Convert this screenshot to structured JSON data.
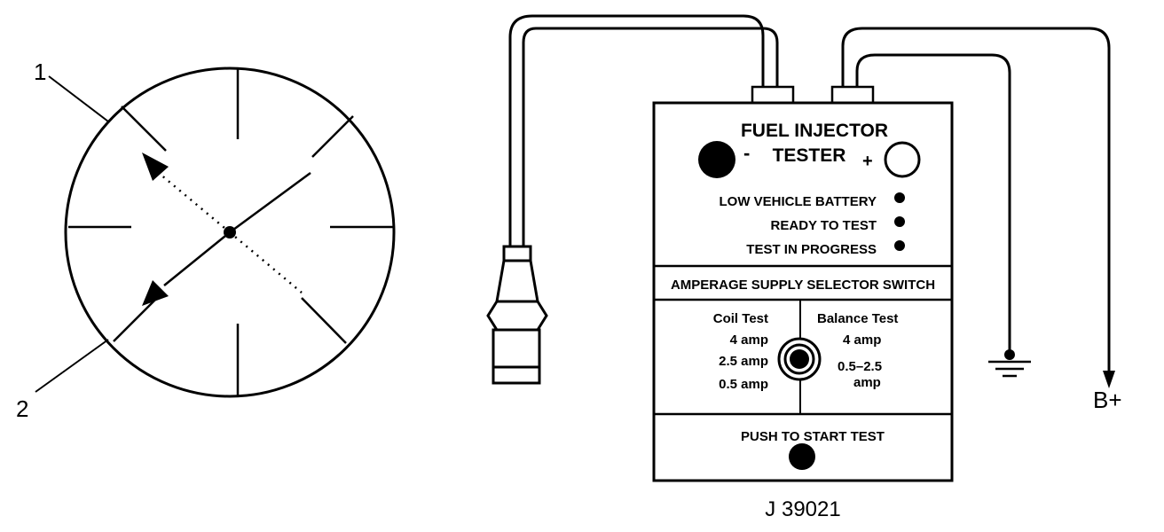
{
  "gauge": {
    "callout_1": "1",
    "callout_2": "2"
  },
  "tester": {
    "title_line1": "FUEL INJECTOR",
    "title_line2": "TESTER",
    "minus": "-",
    "plus": "+",
    "indicators": [
      {
        "label": "LOW VEHICLE BATTERY"
      },
      {
        "label": "READY TO TEST"
      },
      {
        "label": "TEST IN PROGRESS"
      }
    ],
    "selector_title": "AMPERAGE SUPPLY SELECTOR SWITCH",
    "coil_test": {
      "heading": "Coil Test",
      "settings": [
        "4 amp",
        "2.5 amp",
        "0.5 amp"
      ]
    },
    "balance_test": {
      "heading": "Balance Test",
      "settings": [
        "4 amp",
        "0.5–2.5",
        "amp"
      ]
    },
    "push_label": "PUSH TO START TEST",
    "part_number": "J 39021"
  },
  "connections": {
    "battery_label": "B+"
  },
  "colors": {
    "line": "#000000",
    "background": "#ffffff"
  }
}
